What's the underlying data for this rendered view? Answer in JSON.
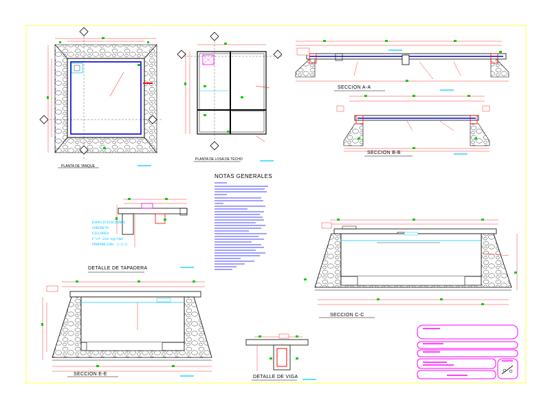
{
  "drawing": {
    "views": {
      "planta_tanque": "PLANTA DE TANQUE",
      "planta_losa_techo": "PLANTA DE LOSA DE TECHO",
      "seccion_aa": "SECCION A-A",
      "seccion_bb": "SECCION B-B",
      "seccion_cc": "SECCION C-C",
      "seccion_ee": "SECCION E-E",
      "detalle_tapadera": "DETALLE DE TAPADERA",
      "detalle_viga": "DETALLE DE VIGA"
    },
    "notes_title": "NOTAS GENERALES",
    "materials": {
      "line1": "ESPECIFICACIONES",
      "line2": "CONCRETO",
      "line3": "CICLOPEO",
      "line4": "F'C= 210 kg/cm2",
      "line5": "PROPORCION: 1:2:3"
    },
    "colors": {
      "frame": "#ffff66",
      "lines": "#000000",
      "dimensions": "#ff0000",
      "text_notes": "#0000ff",
      "annotations": "#00c8ff",
      "markers": "#00cc00",
      "rebar": "#0000cc",
      "title_block": "#ff00ff"
    }
  }
}
